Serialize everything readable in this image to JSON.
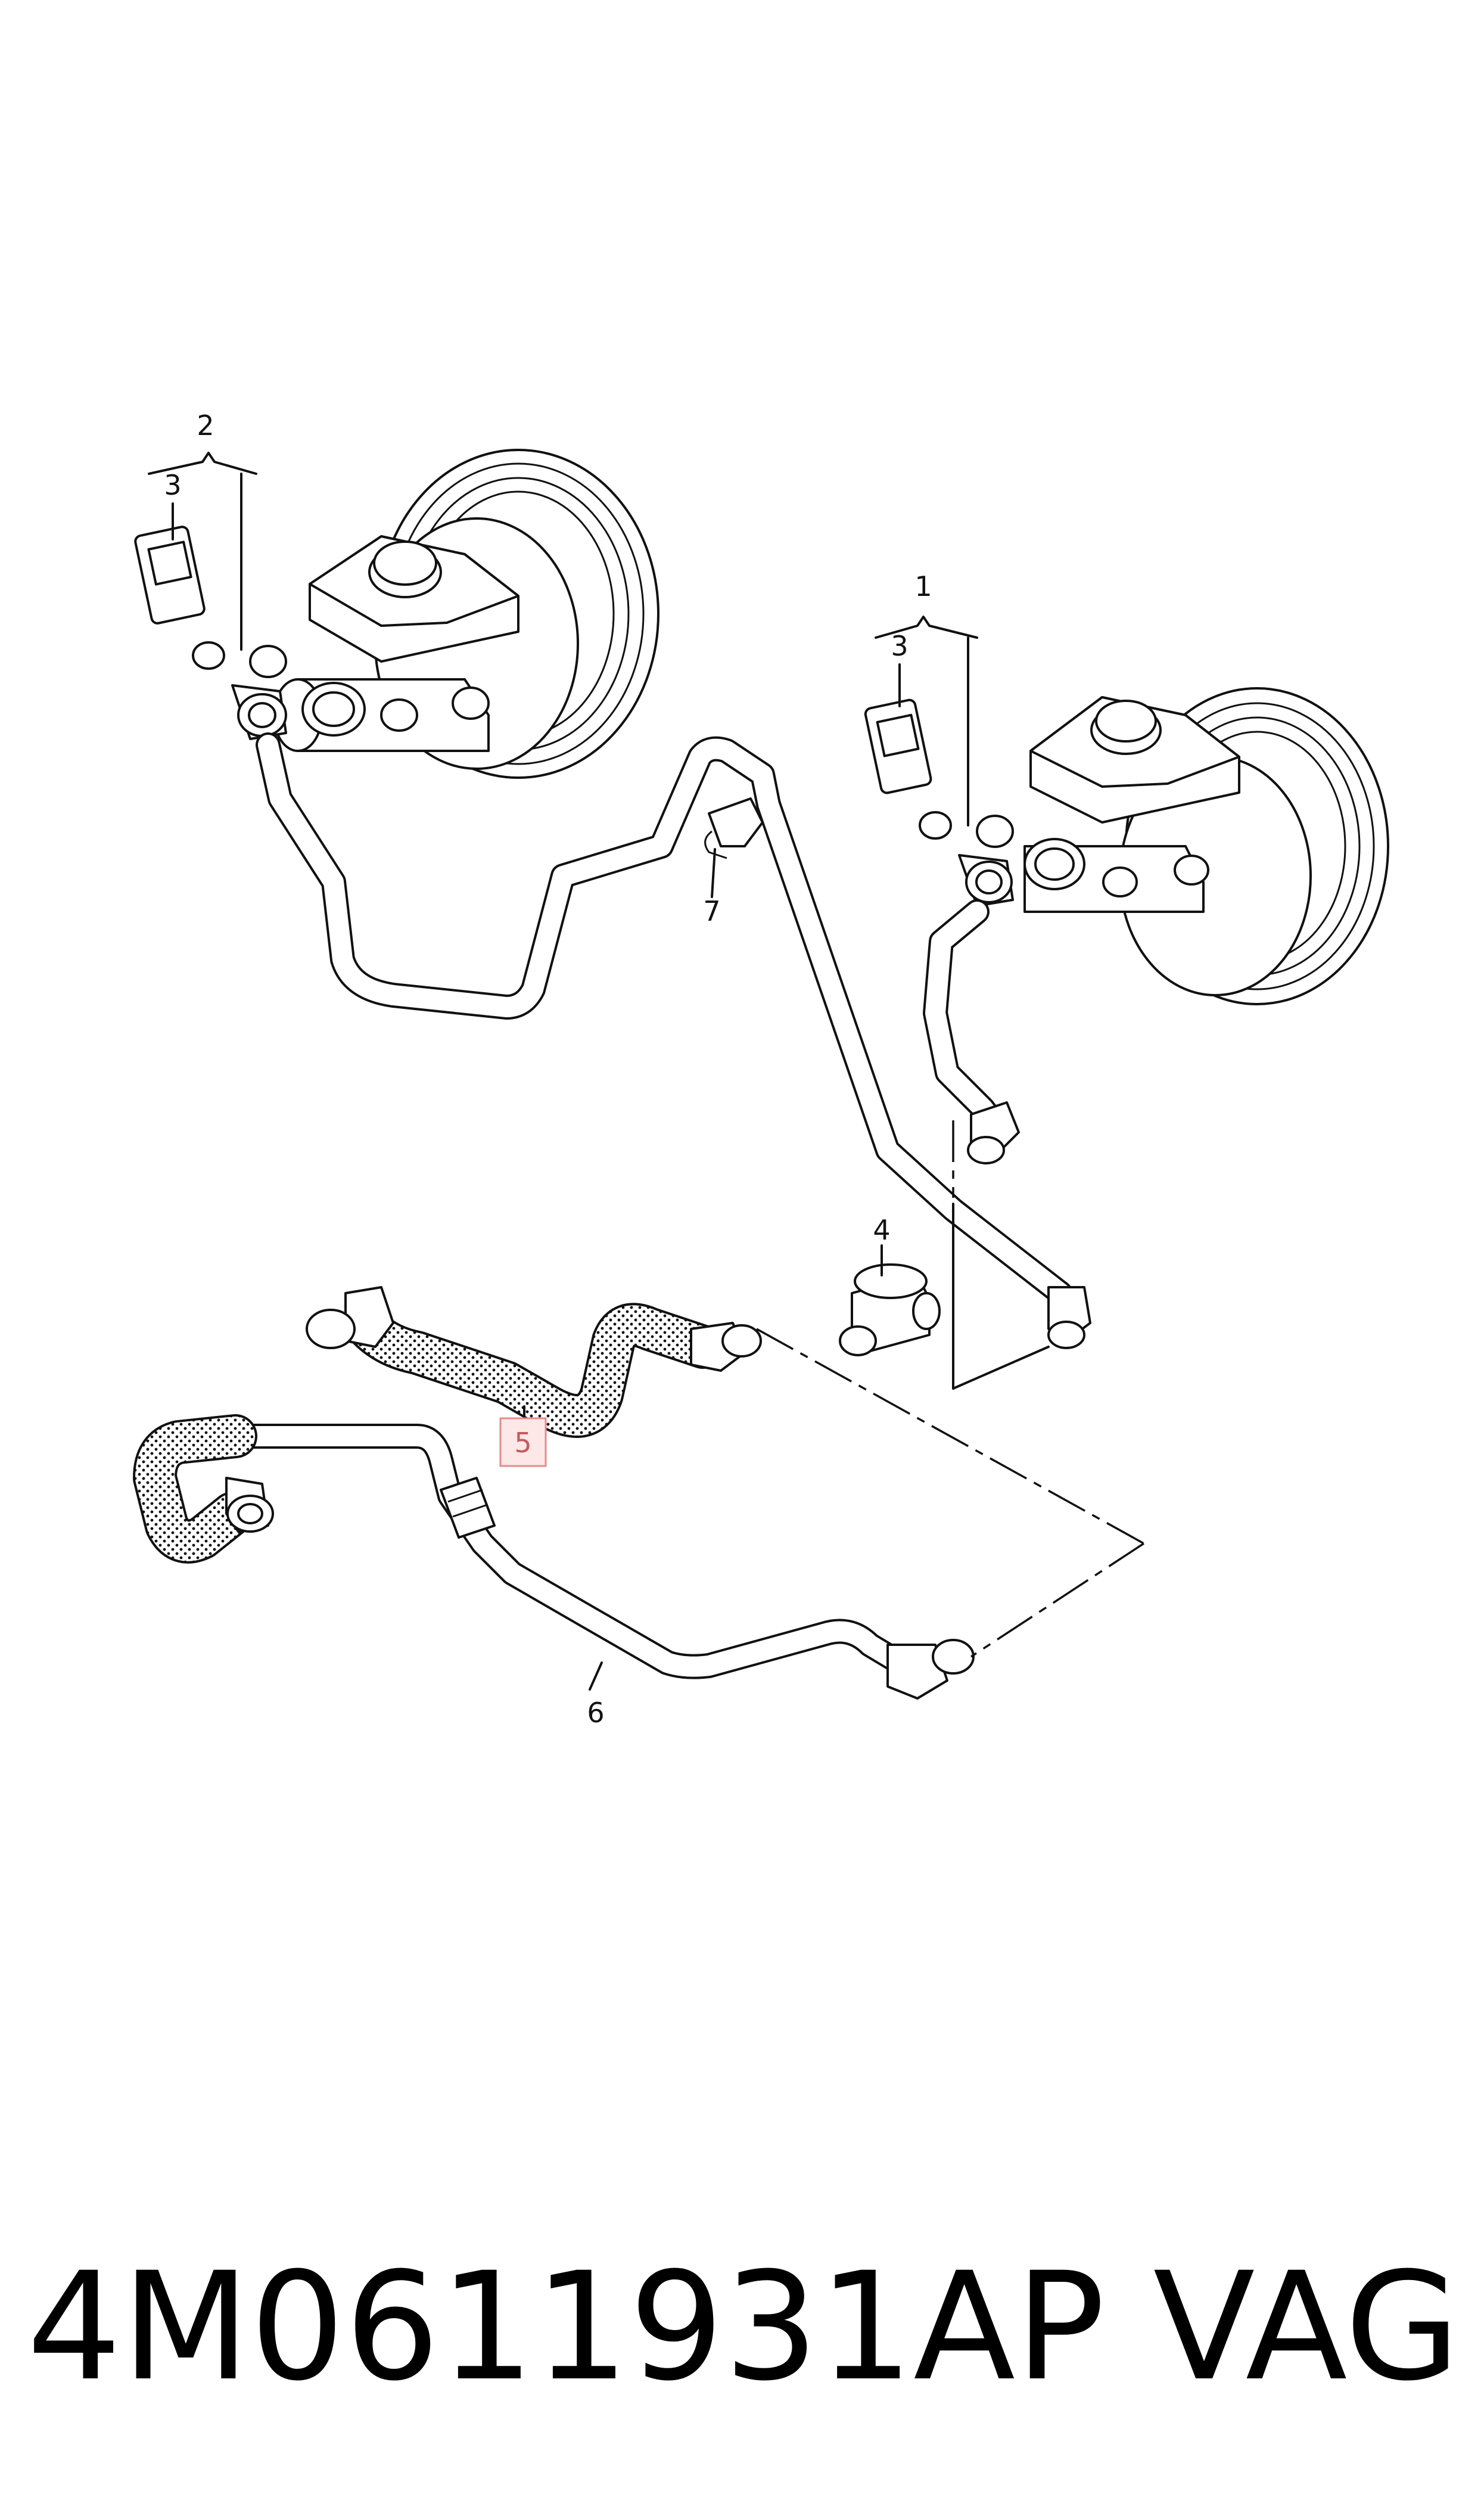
{
  "diagram": {
    "callouts": [
      {
        "id": "c2",
        "text": "2"
      },
      {
        "id": "c3a",
        "text": "3"
      },
      {
        "id": "c1",
        "text": "1"
      },
      {
        "id": "c3b",
        "text": "3"
      },
      {
        "id": "c7",
        "text": "7"
      },
      {
        "id": "c4",
        "text": "4"
      },
      {
        "id": "c5",
        "text": "5"
      },
      {
        "id": "c6",
        "text": "6"
      }
    ],
    "highlight_color": "#e88a8a",
    "highlight_fill": "#fde8e8"
  },
  "footer": {
    "part_number": "4M0611931AP",
    "brand": "VAG"
  }
}
